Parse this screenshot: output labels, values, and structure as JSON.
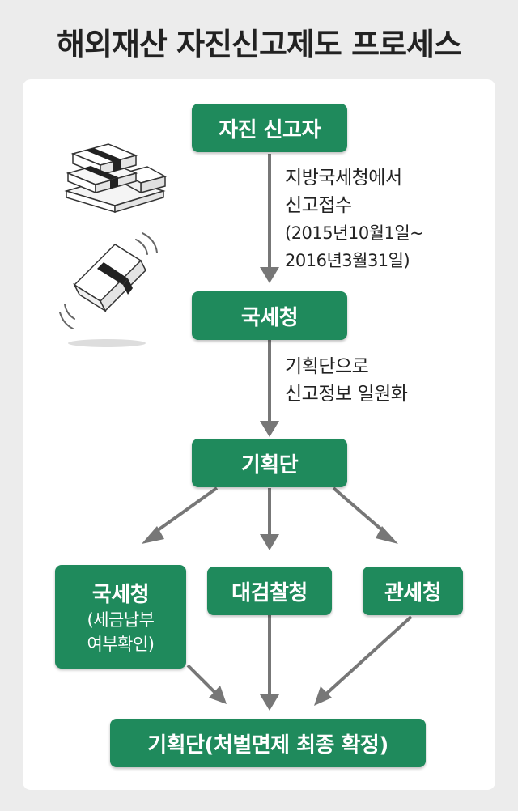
{
  "title": "해외재산 자진신고제도 프로세스",
  "boxes": {
    "self_reporter": "자진 신고자",
    "nts": "국세청",
    "planning_1": "기획단",
    "nts_check": "국세청",
    "nts_check_sub1": "(세금납부",
    "nts_check_sub2": "여부확인)",
    "prosecution": "대검찰청",
    "customs": "관세청",
    "planning_final": "기획단(처벌면제 최종 확정)"
  },
  "notes": {
    "step1_line1": "지방국세청에서",
    "step1_line2": "신고접수",
    "step1_line3": "(2015년10월1일~",
    "step1_line4": "2016년3월31일)",
    "step2_line1": "기획단으로",
    "step2_line2": "신고정보 일원화"
  },
  "colors": {
    "box_green": "#1f8a5c",
    "arrow_gray": "#777777",
    "background": "#ececec"
  },
  "icons": [
    "money-stack-icon",
    "money-bundle-icon"
  ]
}
